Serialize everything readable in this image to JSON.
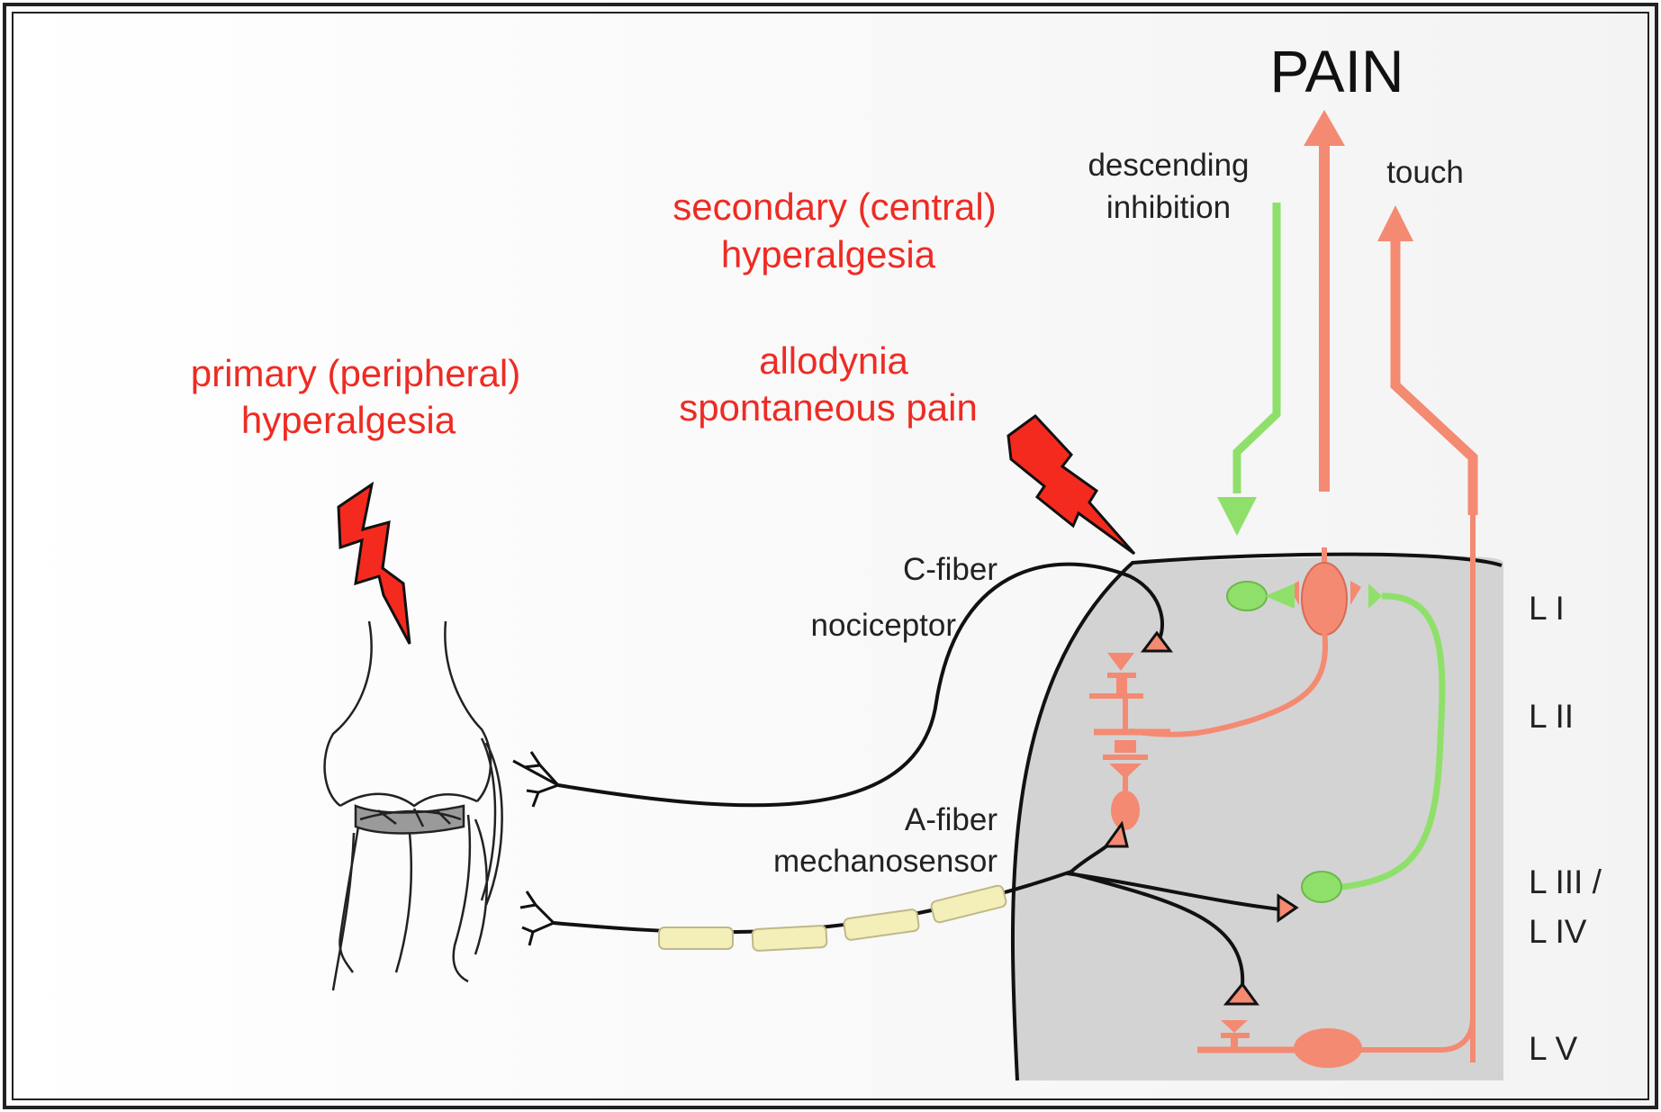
{
  "title": "PAIN",
  "arrows": {
    "descending": [
      "descending",
      "inhibition"
    ],
    "touch": "touch"
  },
  "labels": {
    "primary": [
      "primary (peripheral)",
      "hyperalgesia"
    ],
    "secondary": [
      "secondary (central)",
      "hyperalgesia"
    ],
    "allodynia": [
      "allodynia",
      "spontaneous pain"
    ],
    "c_fiber": [
      "C-fiber",
      "nociceptor"
    ],
    "a_fiber": [
      "A-fiber",
      "mechanosensor"
    ]
  },
  "layers": [
    "L I",
    "L II",
    "L III /",
    "L IV",
    "L V"
  ],
  "colors": {
    "frame": "#222222",
    "background": "#fafafa",
    "horn": "#d3d3d3",
    "nociceptive": "#f48a72",
    "inhibitory": "#8fe06a",
    "myelin": "#f4efb8",
    "injury": "#f42a1e",
    "text_red": "#ee2b24"
  },
  "icons": [
    "lightning-bolt-icon",
    "knee-joint-icon"
  ]
}
